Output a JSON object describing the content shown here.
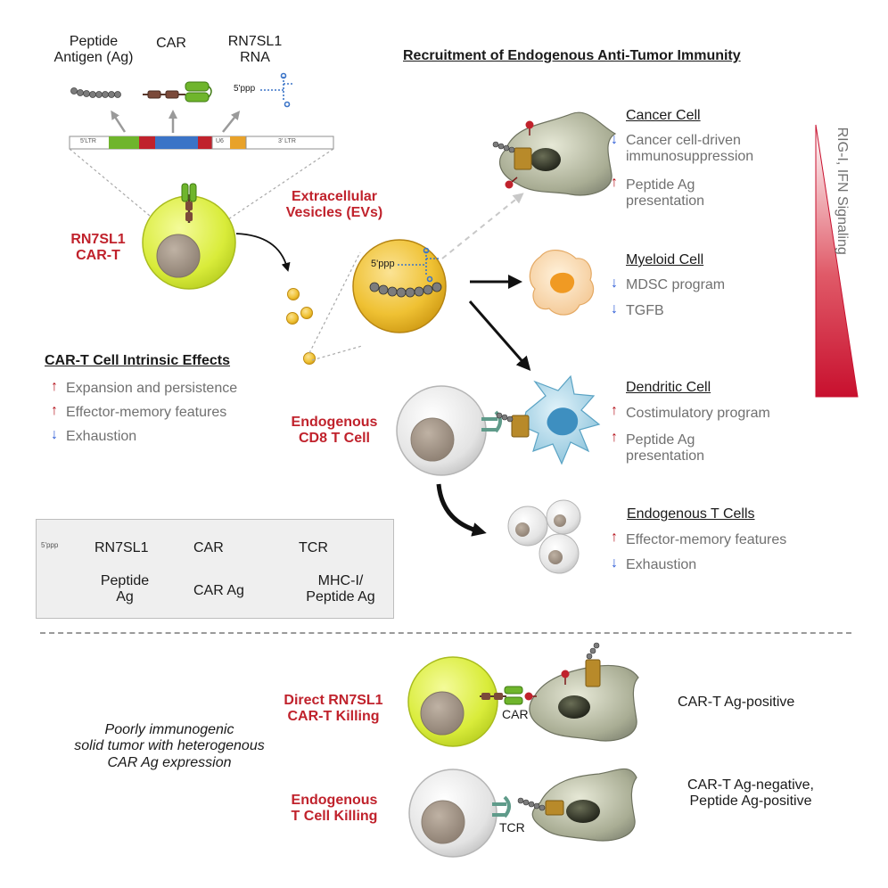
{
  "top_products": {
    "peptide_label": "Peptide\nAntigen (Ag)",
    "car_label": "CAR",
    "rna_label": "RN7SL1\nRNA",
    "rna_5ppp": "5'ppp"
  },
  "vector": {
    "segments": [
      "5'LTR",
      "",
      "",
      "",
      "",
      "U6",
      "",
      "3' LTR"
    ]
  },
  "car_t": {
    "label": "RN7SL1\nCAR-T"
  },
  "ev": {
    "label": "Extracellular\nVesicles (EVs)",
    "rna_5ppp": "5'ppp"
  },
  "intrinsic": {
    "title": "CAR-T Cell Intrinsic Effects",
    "items": [
      {
        "dir": "up",
        "text": "Expansion and persistence"
      },
      {
        "dir": "up",
        "text": "Effector-memory features"
      },
      {
        "dir": "down",
        "text": "Exhaustion"
      }
    ]
  },
  "recruitment": {
    "title": "Recruitment of Endogenous Anti-Tumor Immunity",
    "gradient_label": "RIG-I, IFN Signaling",
    "cancer": {
      "title": "Cancer Cell",
      "items": [
        {
          "dir": "down",
          "text": "Cancer cell-driven\nimmunosuppression"
        },
        {
          "dir": "up",
          "text": "Peptide Ag\npresentation"
        }
      ]
    },
    "myeloid": {
      "title": "Myeloid Cell",
      "items": [
        {
          "dir": "down",
          "text": "MDSC program"
        },
        {
          "dir": "down",
          "text": "TGFB"
        }
      ]
    },
    "dendritic": {
      "title": "Dendritic Cell",
      "items": [
        {
          "dir": "up",
          "text": "Costimulatory program"
        },
        {
          "dir": "up",
          "text": "Peptide Ag\npresentation"
        }
      ]
    },
    "endo_t": {
      "title": "Endogenous T Cells",
      "items": [
        {
          "dir": "up",
          "text": "Effector-memory features"
        },
        {
          "dir": "down",
          "text": "Exhaustion"
        }
      ]
    }
  },
  "cd8": {
    "label": "Endogenous\nCD8 T Cell"
  },
  "legend": {
    "rn7sl1": "RN7SL1",
    "rn7sl1_5ppp": "5'ppp",
    "car": "CAR",
    "tcr": "TCR",
    "peptide": "Peptide\nAg",
    "car_ag": "CAR Ag",
    "mhc": "MHC-I/\nPeptide Ag"
  },
  "bottom": {
    "tumor_text": "Poorly immunogenic\nsolid tumor with heterogenous\nCAR Ag expression",
    "direct_label": "Direct RN7SL1\nCAR-T Killing",
    "direct_car": "CAR",
    "direct_result": "CAR-T Ag-positive",
    "endo_label": "Endogenous\nT Cell Killing",
    "endo_tcr": "TCR",
    "endo_result": "CAR-T Ag-negative,\nPeptide Ag-positive"
  },
  "colors": {
    "accent_red": "#c0222c",
    "up_arrow": "#b5121b",
    "down_arrow": "#2c5bd6",
    "car_t_cell": "#d9ec3a",
    "ev_gold": "#e8b628",
    "car_green": "#6fb52c",
    "car_brown": "#7b4a3a",
    "mhc_gold": "#b88a2a",
    "tcr_teal": "#5f9b8a",
    "rna_blue": "#3b74c7",
    "dc_blue": "#8fc8e0",
    "myeloid_peach": "#f7c98c"
  }
}
